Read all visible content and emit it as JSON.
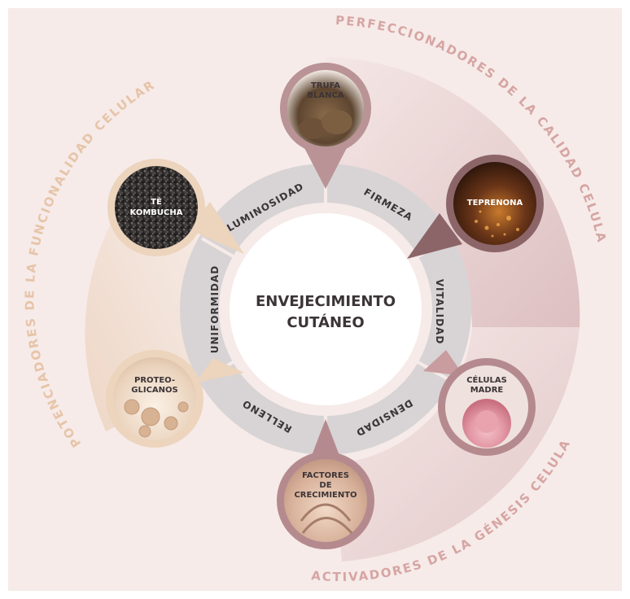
{
  "center": {
    "line1": "ENVEJECIMIENTO",
    "line2": "CUTÁNEO"
  },
  "segments": {
    "luminosidad": "LUMINOSIDAD",
    "firmeza": "FIRMEZA",
    "vitalidad": "VITALIDAD",
    "densidad": "DENSIDAD",
    "relleno": "RELLENO",
    "uniformidad": "UNIFORMIDAD"
  },
  "arc_titles": {
    "perfeccionadores": "PERFECCIONADORES DE LA CALIDAD CELULAR",
    "potenciadores": "POTENCIADORES DE LA FUNCIONALIDAD CELULAR",
    "activadores": "ACTIVADORES DE LA GÉNESIS CELULAR"
  },
  "ingredients": {
    "trufa": {
      "line1": "TRUFA",
      "line2": "BLANCA"
    },
    "te": {
      "line1": "TÉ",
      "line2": "KOMBUCHA"
    },
    "teprenona": {
      "line1": "TEPRENONA"
    },
    "celulas": {
      "line1": "CÉLULAS",
      "line2": "MADRE"
    },
    "factores": {
      "line1": "FACTORES",
      "line2": "DE",
      "line3": "CRECIMIENTO"
    },
    "proteo": {
      "line1": "PROTEO-",
      "line2": "GLICANOS"
    }
  },
  "colors": {
    "panel_bg": "#f6ebe9",
    "ring": "#d8d4d5",
    "center_disc": "#ffffff",
    "arc_text_peach": "#e7c4a8",
    "arc_text_rose": "#d6a5a3",
    "bubble_rim_rose": "#b99395",
    "bubble_rim_dark": "#8c6569",
    "bubble_rim_peach": "#ecd4bd",
    "text_dark": "#3c3436"
  }
}
